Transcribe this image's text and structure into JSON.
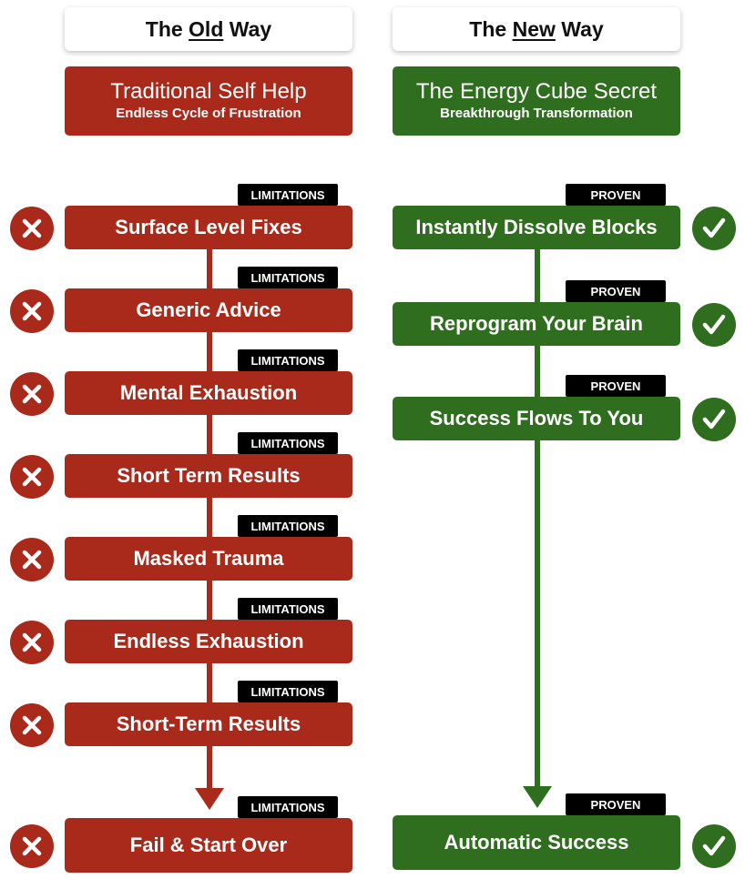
{
  "old_column": {
    "header_pre": "The ",
    "header_emph": "Old",
    "header_post": " Way",
    "title": "Traditional Self Help",
    "subtitle": "Endless Cycle of Frustration",
    "tag_label": "LIMITATIONS",
    "color": "#a9291b",
    "mark_icon": "x-mark-icon",
    "steps": [
      "Surface Level Fixes",
      "Generic Advice",
      "Mental Exhaustion",
      "Short Term Results",
      "Masked Trauma",
      "Endless Exhaustion",
      "Short-Term Results",
      "Fail & Start Over"
    ]
  },
  "new_column": {
    "header_pre": "The ",
    "header_emph": "New",
    "header_post": " Way",
    "title": "The Energy Cube Secret",
    "subtitle": "Breakthrough Transformation",
    "tag_label": "PROVEN",
    "color": "#2f6e1f",
    "mark_icon": "check-mark-icon",
    "steps": [
      "Instantly Dissolve Blocks",
      "Reprogram Your Brain",
      "Success Flows To You",
      "Automatic Success"
    ]
  }
}
